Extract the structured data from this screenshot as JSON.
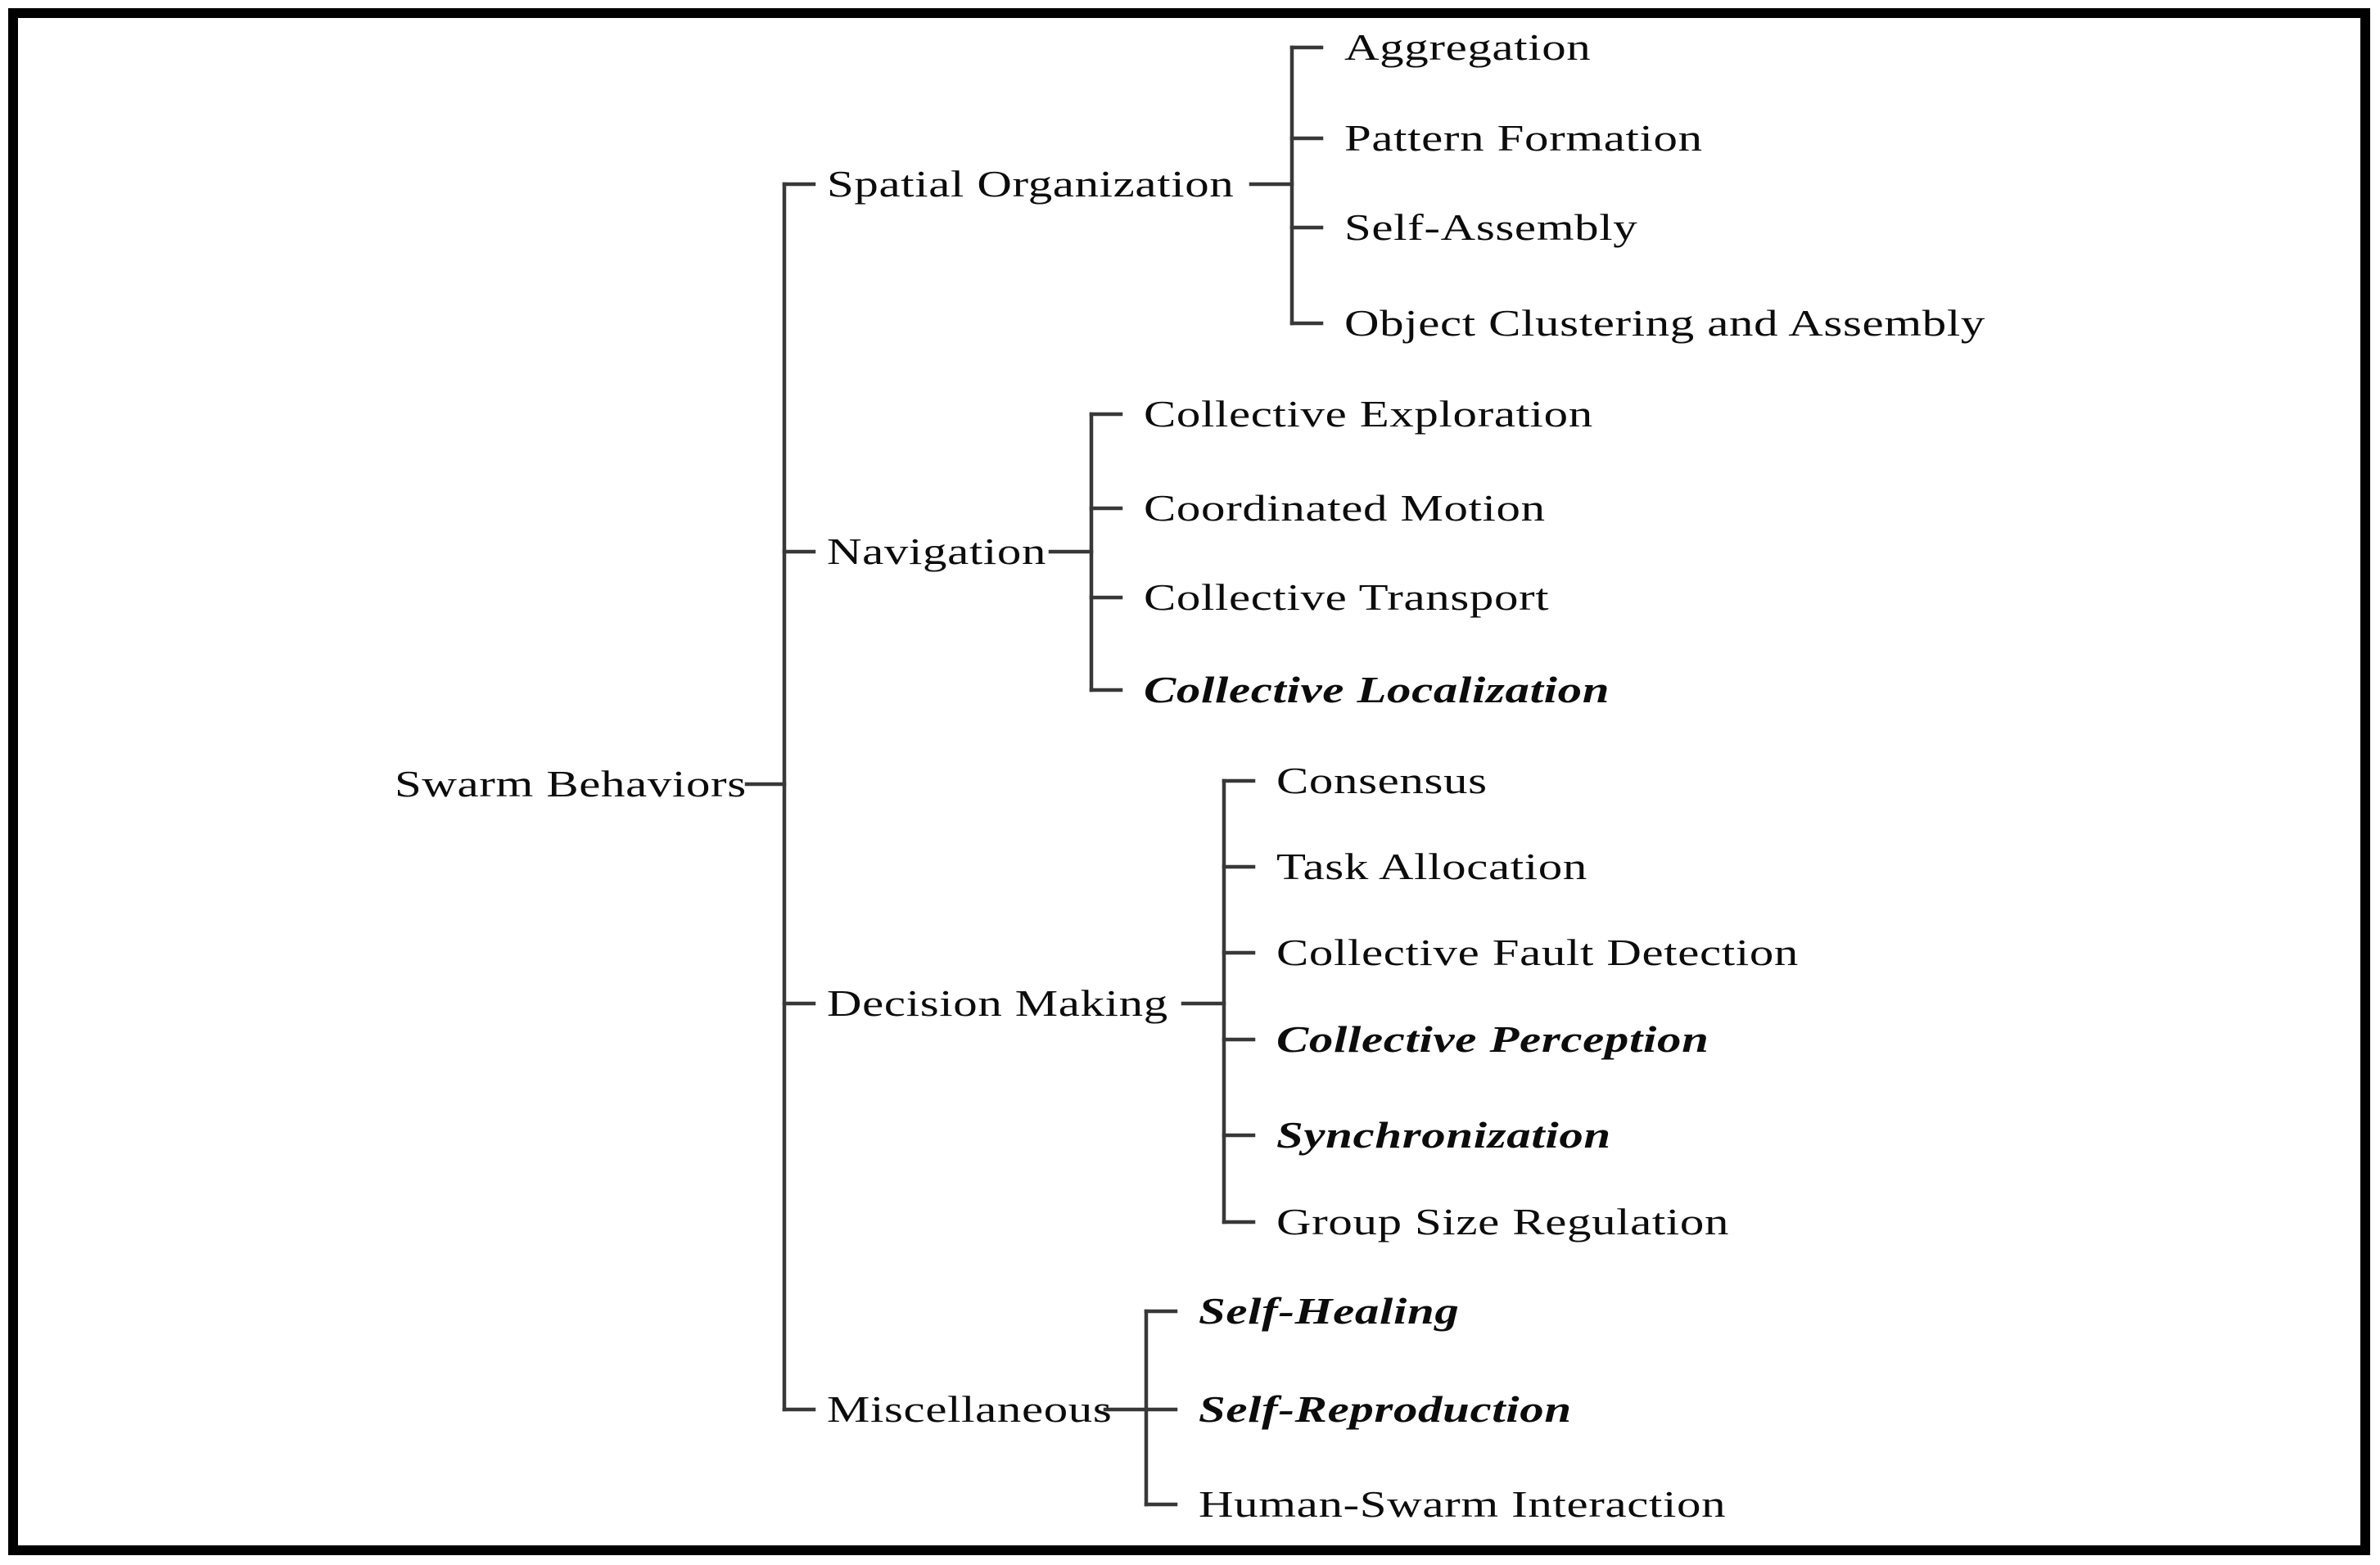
{
  "diagram": {
    "root": "Swarm Behaviors",
    "groups": [
      {
        "label": "Spatial Organization",
        "children": [
          {
            "label": "Aggregation",
            "emphasized": false
          },
          {
            "label": "Pattern Formation",
            "emphasized": false
          },
          {
            "label": "Self-Assembly",
            "emphasized": false
          },
          {
            "label": "Object Clustering and Assembly",
            "emphasized": false
          }
        ]
      },
      {
        "label": "Navigation",
        "children": [
          {
            "label": "Collective Exploration",
            "emphasized": false
          },
          {
            "label": "Coordinated Motion",
            "emphasized": false
          },
          {
            "label": "Collective Transport",
            "emphasized": false
          },
          {
            "label": "Collective Localization",
            "emphasized": true
          }
        ]
      },
      {
        "label": "Decision Making",
        "children": [
          {
            "label": "Consensus",
            "emphasized": false
          },
          {
            "label": "Task Allocation",
            "emphasized": false
          },
          {
            "label": "Collective Fault Detection",
            "emphasized": false
          },
          {
            "label": "Collective Perception",
            "emphasized": true
          },
          {
            "label": "Synchronization",
            "emphasized": true
          },
          {
            "label": "Group Size Regulation",
            "emphasized": false
          }
        ]
      },
      {
        "label": "Miscellaneous",
        "children": [
          {
            "label": "Self-Healing",
            "emphasized": true
          },
          {
            "label": "Self-Reproduction",
            "emphasized": true
          },
          {
            "label": "Human-Swarm Interaction",
            "emphasized": false
          }
        ]
      }
    ]
  },
  "colors": {
    "background": "#ffffff",
    "border": "#000000",
    "line": "#383838",
    "text": "#0c0c0c"
  }
}
